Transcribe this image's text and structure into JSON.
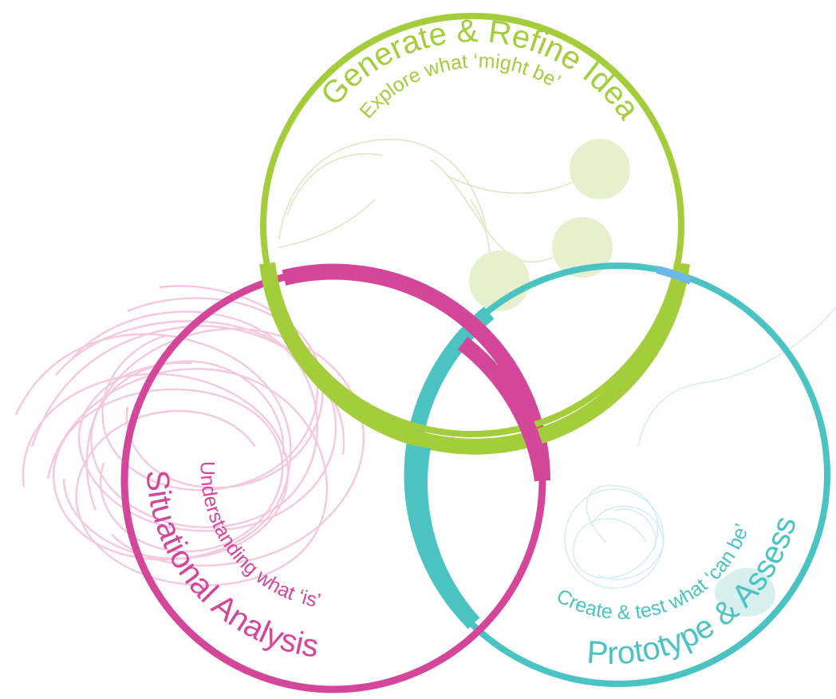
{
  "diagram": {
    "circles": [
      {
        "id": "generate",
        "title": "Generate & Refine Ideas",
        "subtitle": "Explore what ‘might be’",
        "color": "#a3cd3b"
      },
      {
        "id": "situational",
        "title": "Situational Analysis",
        "subtitle": "Understanding what ‘is’",
        "color": "#d3469a"
      },
      {
        "id": "prototype",
        "title": "Prototype & Assess",
        "subtitle": "Create & test what ‘can be’",
        "color": "#4cc3c3"
      }
    ],
    "accent_color": "#6bb7e8"
  }
}
